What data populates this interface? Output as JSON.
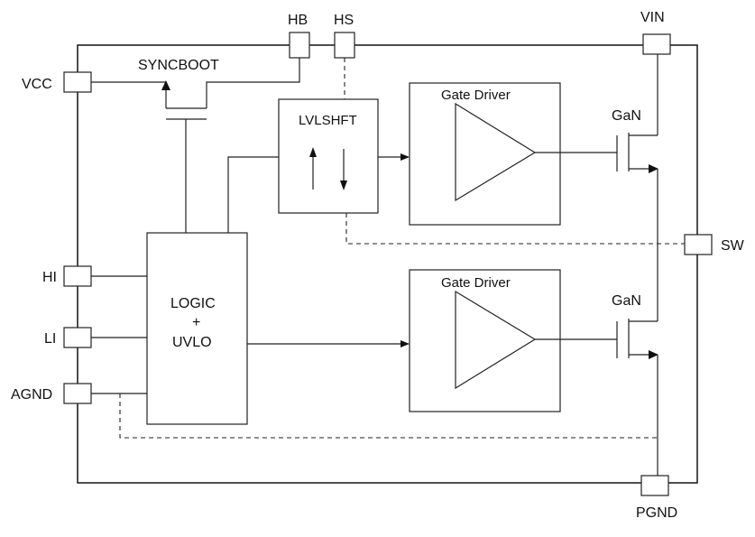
{
  "pins": {
    "vcc": "VCC",
    "hb": "HB",
    "hs": "HS",
    "vin": "VIN",
    "hi": "HI",
    "li": "LI",
    "agnd": "AGND",
    "sw": "SW",
    "pgnd": "PGND"
  },
  "blocks": {
    "syncboot": "SYNCBOOT",
    "lvlshft": "LVLSHFT",
    "logic_line1": "LOGIC",
    "logic_line2": "+",
    "logic_line3": "UVLO",
    "gate_driver_top": "Gate Driver",
    "gate_driver_bottom": "Gate Driver",
    "gan_top": "GaN",
    "gan_bottom": "GaN"
  },
  "colors": {
    "line": "#222222",
    "background": "#ffffff"
  }
}
